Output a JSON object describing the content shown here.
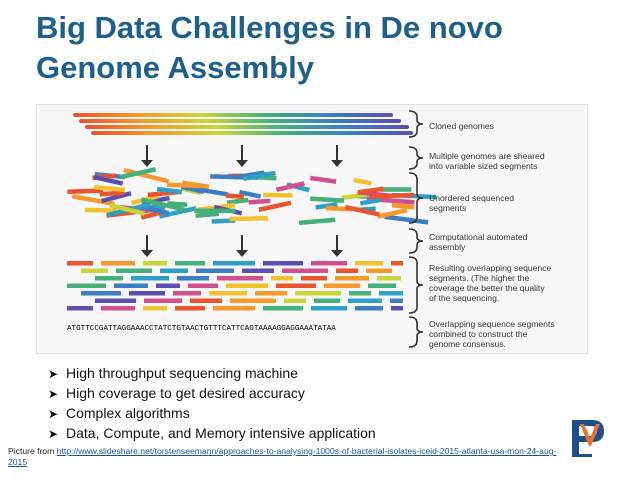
{
  "title": {
    "line1": "Big Data Challenges in De novo",
    "line2": "Genome Assembly"
  },
  "figure": {
    "labels": {
      "cloned": "Cloned genomes",
      "sheared": [
        "Multiple genomes are sheared",
        "into variable sized segments"
      ],
      "unordered": [
        "Unordered sequenced",
        "segments"
      ],
      "computational": [
        "Computational automated",
        "assembly"
      ],
      "overlapping": [
        "Resulting overlapping sequence",
        "segments. (The higher the",
        "coverage the better the quality",
        "of the sequencing."
      ],
      "consensus": [
        "Overlapping sequence segments",
        "combined to construct the",
        "genome consensus."
      ]
    },
    "sequence": "ATGTTCCGATTAGGAAACCTATCTGTAACTGTTTCATTCAGTAAAAGGAGGAAATATAA",
    "arrow_icon": "down-arrow-icon",
    "brace_icon": "right-brace-icon"
  },
  "bullets": [
    "High throughput sequencing machine",
    "High coverage to get desired accuracy",
    "Complex algorithms",
    "Data, Compute, and Memory intensive application"
  ],
  "bullet_icon": "arrowhead-bullet",
  "credit": {
    "prefix": "Picture from ",
    "link_text": "http://www.slideshare.net/torstenseemann/approaches-to-analysing-1000s-of-bacterial-isolates-iceid-2015-atlanta-usa-mon-24-aug-2015"
  },
  "logo_icon": "university-logo",
  "colors": {
    "title": "#1f5f8c",
    "link": "#1a4fa0"
  }
}
